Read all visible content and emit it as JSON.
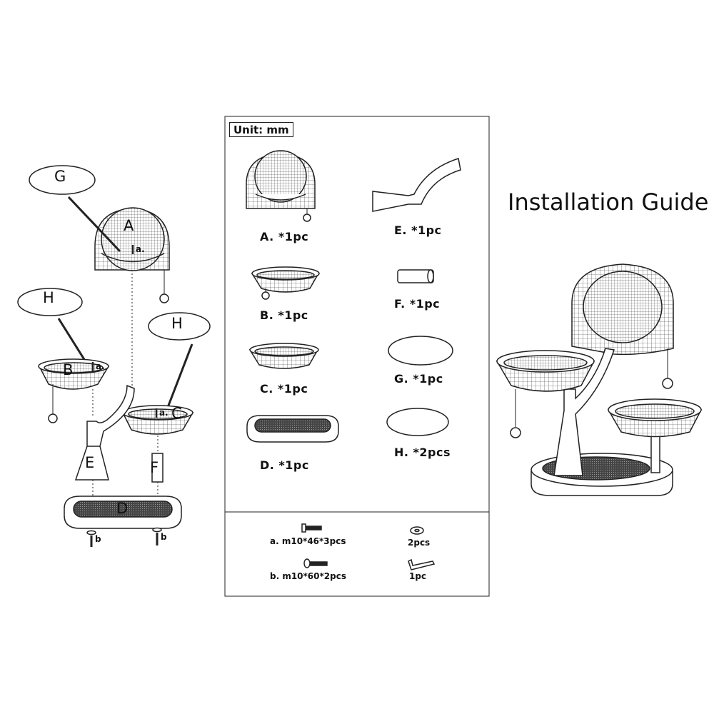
{
  "title": "Installation Guide",
  "unit_label": "Unit: mm",
  "exploded_view": {
    "labels": {
      "G": "G",
      "A": "A",
      "H1": "H",
      "H2": "H",
      "B": "B",
      "C": "C",
      "E": "E",
      "F": "F",
      "D": "D",
      "a1": "a.",
      "a2": "a.",
      "a3": "a.",
      "b1": "b",
      "b2": "b"
    }
  },
  "parts": [
    {
      "id": "A",
      "label": "A. *1pc"
    },
    {
      "id": "B",
      "label": "B. *1pc"
    },
    {
      "id": "C",
      "label": "C. *1pc"
    },
    {
      "id": "D",
      "label": "D. *1pc"
    },
    {
      "id": "E",
      "label": "E. *1pc"
    },
    {
      "id": "F",
      "label": "F. *1pc"
    },
    {
      "id": "G",
      "label": "G. *1pc"
    },
    {
      "id": "H",
      "label": "H. *2pcs"
    }
  ],
  "hardware": [
    {
      "id": "a",
      "label": "a. m10*46*3pcs"
    },
    {
      "id": "b",
      "label": "b. m10*60*2pcs"
    },
    {
      "id": "washer",
      "label": "2pcs"
    },
    {
      "id": "hex-key",
      "label": "1pc"
    }
  ],
  "colors": {
    "line": "#222222",
    "background": "#ffffff"
  }
}
